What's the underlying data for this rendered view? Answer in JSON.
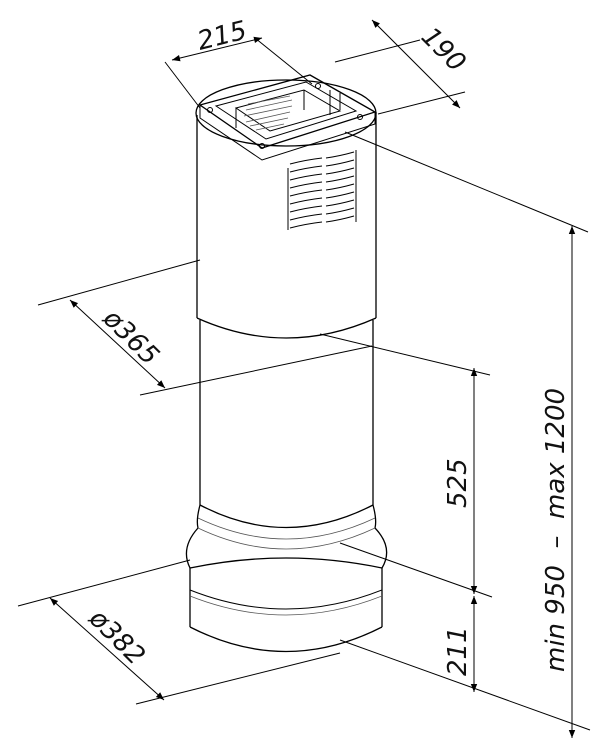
{
  "drawing": {
    "subject": "cylindrical island cooker hood",
    "colors": {
      "line": "#000000",
      "background": "#ffffff",
      "text": "#111111"
    }
  },
  "dimensions": {
    "top_width": "215",
    "top_depth": "190",
    "upper_diameter": "ø365",
    "lower_diameter": "ø382",
    "chimney_height": "525",
    "base_height": "211",
    "total_height": "min 950  –  max 1200"
  }
}
